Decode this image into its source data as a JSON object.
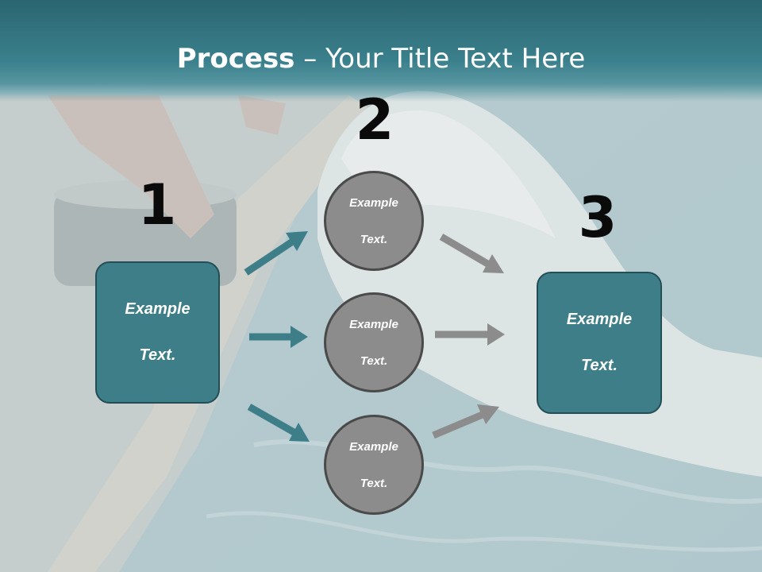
{
  "title": {
    "bold": "Process",
    "rest": " – Your Title Text Here"
  },
  "steps": {
    "one": "1",
    "two": "2",
    "three": "3"
  },
  "left_box": {
    "line1": "Example",
    "line2": "Text."
  },
  "right_box": {
    "line1": "Example",
    "line2": "Text."
  },
  "circles": [
    {
      "line1": "Example",
      "line2": "Text."
    },
    {
      "line1": "Example",
      "line2": "Text."
    },
    {
      "line1": "Example",
      "line2": "Text."
    }
  ],
  "colors": {
    "teal": "#3e7e89",
    "teal_dark": "#234e56",
    "gray": "#8c8c8c",
    "title_band": "#2a6571"
  }
}
